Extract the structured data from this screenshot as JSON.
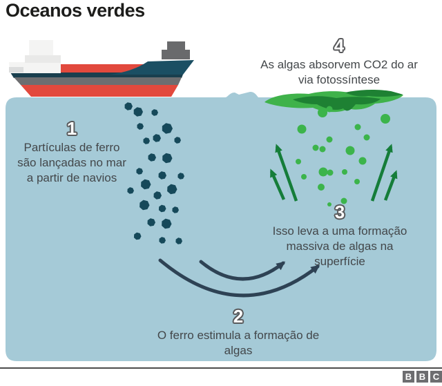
{
  "title": "Oceanos verdes",
  "steps": [
    {
      "number": "1",
      "text_lines": [
        "Partículas de ferro",
        "são lançadas no mar",
        "a partir de navios"
      ]
    },
    {
      "number": "2",
      "text_lines": [
        "O ferro estimula a formação de",
        "algas"
      ]
    },
    {
      "number": "3",
      "text_lines": [
        "Isso leva a uma formação",
        "massiva de algas na",
        "superfície"
      ]
    },
    {
      "number": "4",
      "text_lines": [
        "As algas absorvem CO2 do ar",
        "via fotossíntese"
      ]
    }
  ],
  "footer": {
    "logo_letters": [
      "B",
      "B",
      "C"
    ]
  },
  "colors": {
    "ocean": "#a5cad7",
    "iron_particle": "#16495a",
    "algae_circle": "#3cb44b",
    "bloom_light": "#3fb24a",
    "bloom_dark": "#1e8133",
    "arrow_green": "#157d39",
    "flow_arrow": "#2e4254",
    "ship_red": "#e2493d",
    "ship_bow_teal": "#1b4f63",
    "ship_stripe_dark": "#193f4e",
    "ship_gray": "#6d6e70",
    "funnel_gray": "#696a6c",
    "ship_white": "#f4f4f3",
    "ship_white2": "#e9e9e8",
    "ship_light_gray": "#dcdddd",
    "title_text": "#1d1d1b",
    "caption_text": "#43474a",
    "number_fill": "#ffffff",
    "number_outline": "#58595b",
    "rule_gray": "#4c4c4c",
    "bbc_gray": "#6d6d70"
  },
  "illustration": {
    "iron_particles": [
      [
        186,
        154,
        6
      ],
      [
        200,
        162,
        7
      ],
      [
        224,
        163,
        5
      ],
      [
        203,
        183,
        5
      ],
      [
        242,
        186,
        8
      ],
      [
        227,
        200,
        6
      ],
      [
        212,
        204,
        5
      ],
      [
        257,
        203,
        5
      ],
      [
        220,
        228,
        6
      ],
      [
        242,
        229,
        7.5
      ],
      [
        202,
        248,
        5
      ],
      [
        235,
        254,
        6
      ],
      [
        262,
        255,
        5
      ],
      [
        211,
        267,
        7.5
      ],
      [
        189,
        276,
        5
      ],
      [
        228,
        283,
        6
      ],
      [
        249,
        274,
        7.5
      ],
      [
        209,
        297,
        7.5
      ],
      [
        235,
        302,
        5.5
      ],
      [
        254,
        304,
        5
      ],
      [
        219,
        322,
        6
      ],
      [
        241,
        324,
        7.5
      ],
      [
        199,
        342,
        5.5
      ],
      [
        235,
        348,
        5
      ],
      [
        259,
        349,
        5
      ]
    ],
    "algae_circles": [
      [
        467,
        163,
        7
      ],
      [
        477,
        158,
        4.5
      ],
      [
        558,
        172,
        7
      ],
      [
        437,
        187,
        6.5
      ],
      [
        518,
        184,
        4.5
      ],
      [
        531,
        199,
        4.5
      ],
      [
        477,
        202,
        4.5
      ],
      [
        457,
        214,
        4.5
      ],
      [
        467,
        216,
        4.5
      ],
      [
        507,
        218,
        6.5
      ],
      [
        432,
        234,
        4
      ],
      [
        525,
        233,
        5.5
      ],
      [
        468,
        249,
        6.5
      ],
      [
        478,
        250,
        4.5
      ],
      [
        499,
        249,
        4
      ],
      [
        440,
        256,
        4
      ],
      [
        517,
        263,
        4
      ],
      [
        465,
        271,
        5
      ],
      [
        498,
        291,
        4.5
      ],
      [
        477,
        296,
        3
      ]
    ],
    "green_arrows": [
      [
        429,
        291,
        401,
        212
      ],
      [
        411,
        289,
        393,
        248
      ],
      [
        539,
        291,
        566,
        212
      ],
      [
        558,
        290,
        573,
        250
      ]
    ],
    "flow_arrows": [
      "M232,377 Q348,474 460,386",
      "M291,379 Q350,428 410,381"
    ]
  }
}
